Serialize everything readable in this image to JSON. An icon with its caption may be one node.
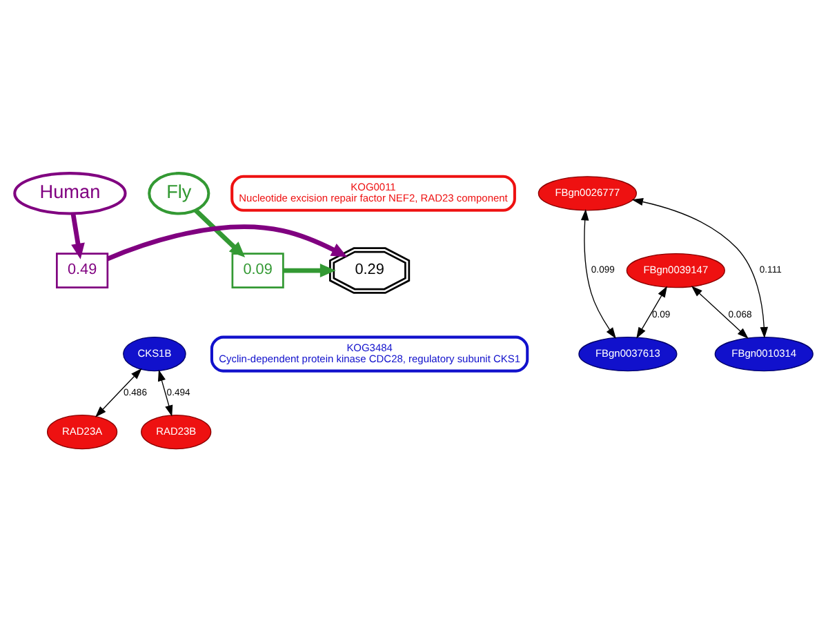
{
  "diagram": {
    "nodes": [
      {
        "text": [
          "Human"
        ]
      },
      {
        "text": [
          "Fly"
        ]
      },
      {
        "text": [
          "KOG0011",
          "Nucleotide excision repair factor NEF2, RAD23 component"
        ]
      },
      {
        "text": [
          "KOG3484",
          "Cyclin-dependent protein kinase CDC28, regulatory subunit CKS1"
        ]
      },
      {
        "text": [
          "RAD23A"
        ]
      },
      {
        "text": [
          "RAD23B"
        ]
      },
      {
        "text": [
          "CKS1B"
        ]
      },
      {
        "text": [
          "FBgn0026777"
        ]
      },
      {
        "text": [
          "FBgn0039147"
        ]
      },
      {
        "text": [
          "FBgn0037613"
        ]
      },
      {
        "text": [
          "FBgn0010314"
        ]
      },
      {
        "text": [
          "0.49"
        ]
      },
      {
        "text": [
          "0.09"
        ]
      },
      {
        "text": [
          "0.29"
        ]
      }
    ],
    "edges": [
      {
        "from": 6,
        "to": 4,
        "arrow": "both",
        "label": "0.486"
      },
      {
        "from": 6,
        "to": 5,
        "arrow": "both",
        "label": "0.494"
      },
      {
        "from": 7,
        "to": 9,
        "arrow": "both",
        "label": "0.099"
      },
      {
        "from": 8,
        "to": 10,
        "arrow": "both",
        "label": "0.068"
      },
      {
        "from": 8,
        "to": 9,
        "arrow": "both",
        "label": "0.09"
      },
      {
        "from": 7,
        "to": 10,
        "arrow": "both",
        "label": "0.111"
      },
      {
        "from": 0,
        "to": 11,
        "arrow": "to",
        "style": "thick",
        "color": "#800080"
      },
      {
        "from": 11,
        "to": 13,
        "arrow": "to",
        "style": "thick",
        "color": "#800080"
      },
      {
        "from": 1,
        "to": 12,
        "arrow": "to",
        "style": "thick",
        "color": "#339933"
      },
      {
        "from": 12,
        "to": 13,
        "arrow": "to",
        "style": "thick",
        "color": "#339933"
      }
    ]
  }
}
